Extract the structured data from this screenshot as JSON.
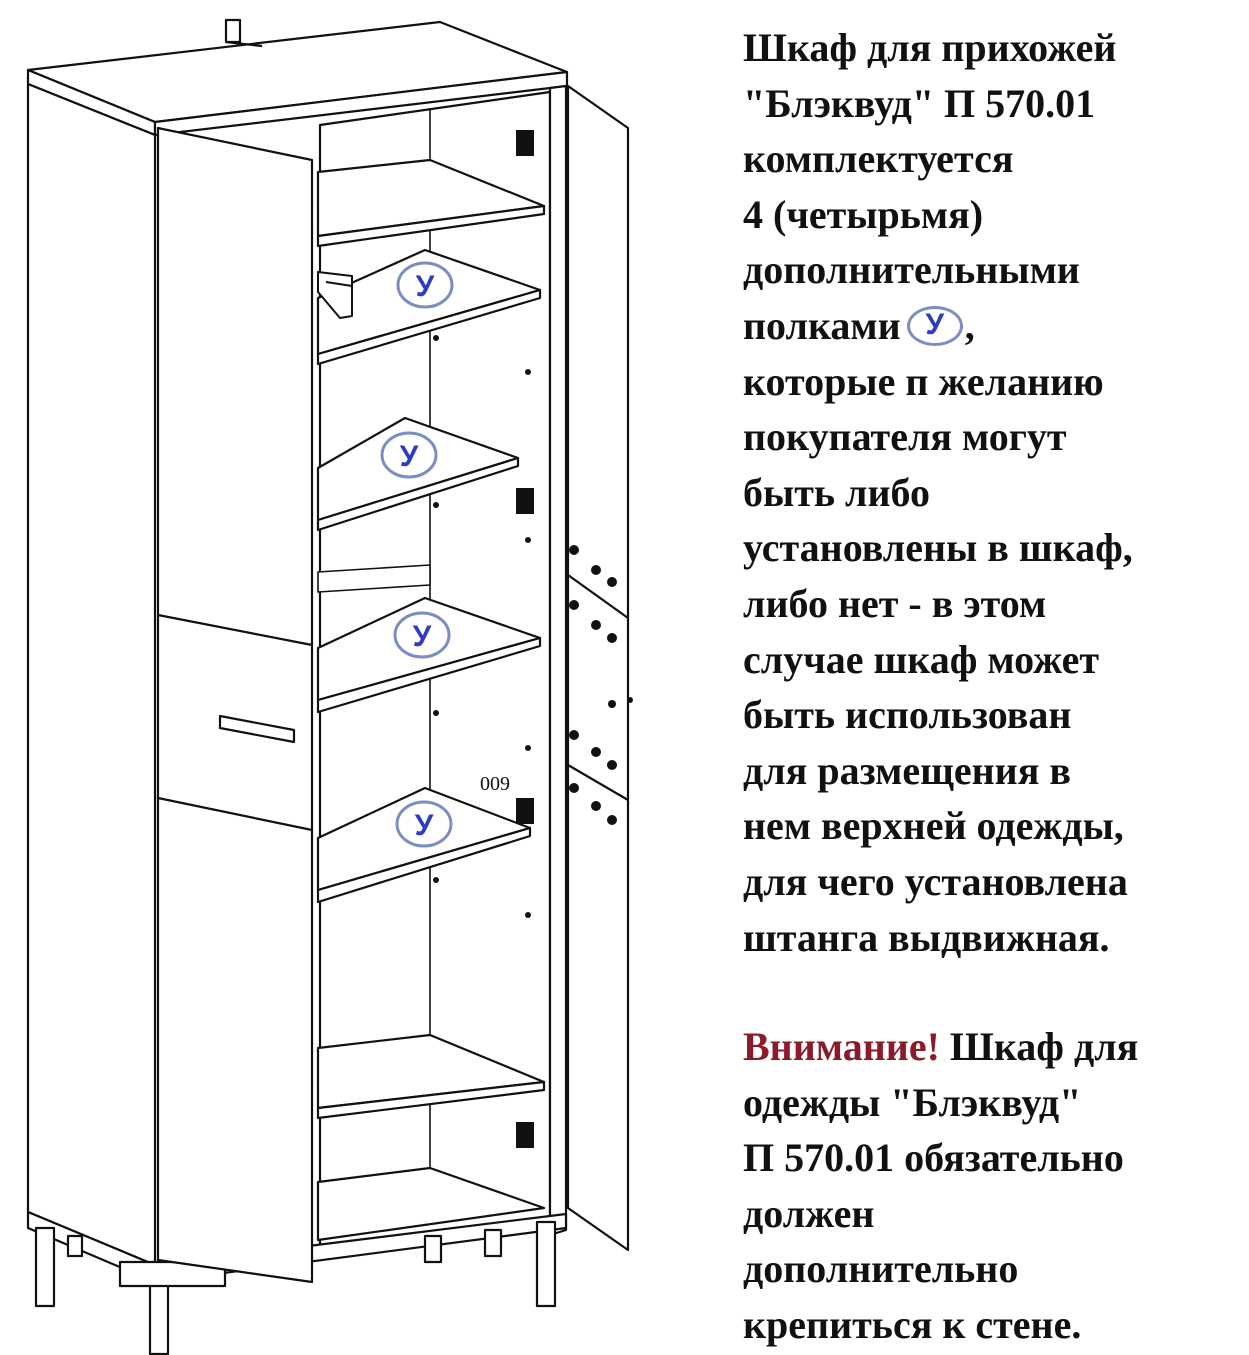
{
  "figure": {
    "shelf_marker": "У",
    "part_label": "009",
    "description_lines": [
      "Шкаф для прихожей",
      "\"Блэквуд\" П 570.01",
      "комплектуется",
      "4 (четырьмя)",
      "дополнительными",
      "полками",
      "которые п желанию",
      "покупателя могут",
      "быть либо",
      "установлены в шкаф,",
      "либо нет - в этом",
      "случае шкаф может",
      "быть использован",
      "для размещения в",
      "нем верхней одежды,",
      "для чего установлена",
      "штанга выдвижная."
    ],
    "comma_after_marker": ",",
    "warning": {
      "label": "Внимание!",
      "lines": [
        "Шкаф для",
        "одежды \"Блэквуд\"",
        "П 570.01 обязательно",
        "должен",
        "дополнительно",
        "крепиться к стене."
      ]
    },
    "colors": {
      "text": "#111111",
      "warning": "#8b1a2b",
      "marker_ring": "#7b8ec0",
      "marker_text": "#2d3cc2"
    }
  }
}
